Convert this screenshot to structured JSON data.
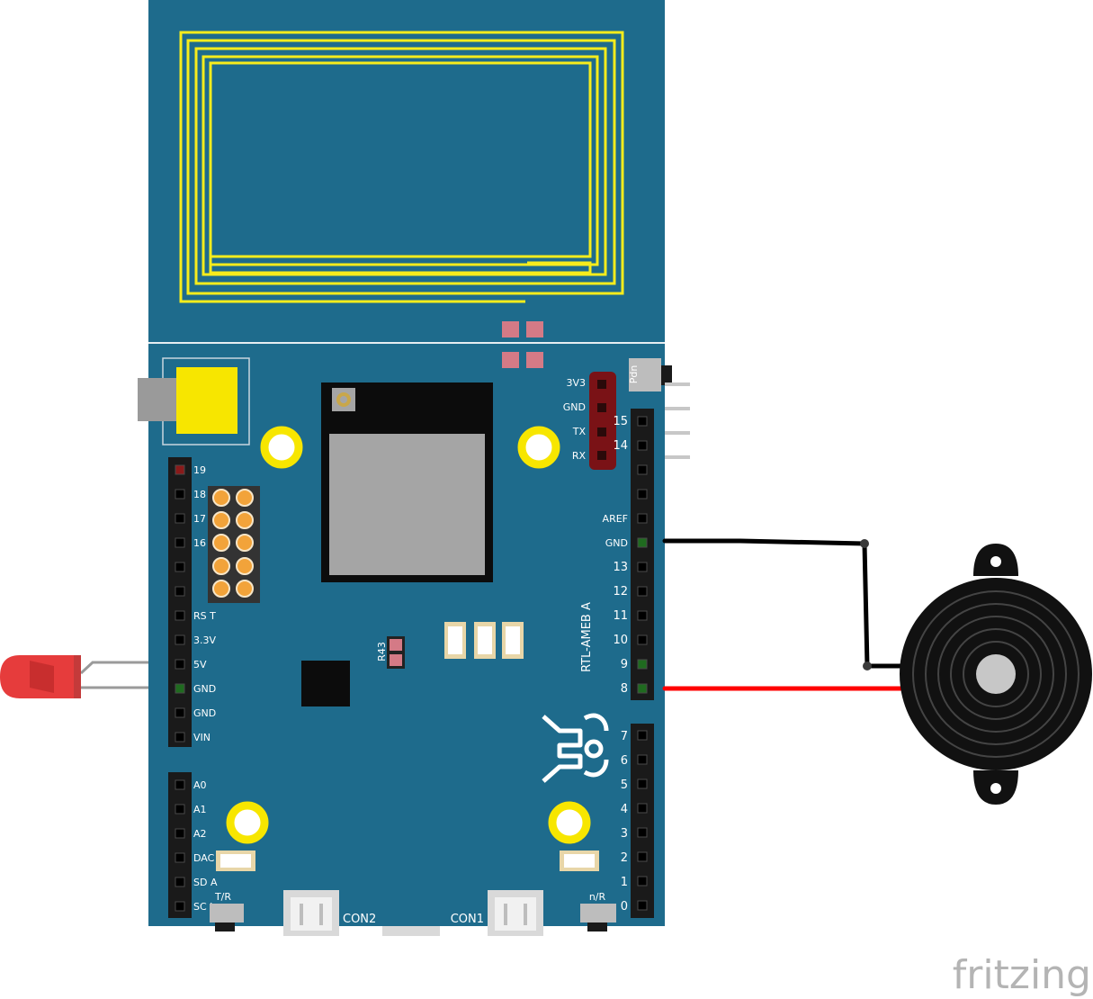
{
  "board": {
    "name": "RTL-AMEB A",
    "label_r43": "R43",
    "label_pdn": "Pdn",
    "uart_header": [
      "3V3",
      "GND",
      "TX",
      "RX"
    ],
    "left_header": [
      "19",
      "18",
      "17",
      "16",
      "RS T",
      "3.3V",
      "5V",
      "GND",
      "GND",
      "VIN"
    ],
    "analog_header": [
      "A0",
      "A1",
      "A2",
      "DAC",
      "SD A",
      "SC L"
    ],
    "right_upper_labels": [
      "15",
      "14",
      "AREF",
      "GND",
      "13",
      "12",
      "11",
      "10",
      "9",
      "8"
    ],
    "right_lower_labels": [
      "7",
      "6",
      "5",
      "4",
      "3",
      "2",
      "1",
      "0"
    ],
    "switch_left": "T/R",
    "switch_right": "n/R",
    "usb_left": "CON2",
    "usb_right": "CON1"
  },
  "components": {
    "led": "red-led",
    "buzzer": "piezo-buzzer"
  },
  "colors": {
    "board": "#1e6b8c",
    "antenna": "#f7ec1c",
    "wire_gnd": "#000000",
    "wire_signal": "#ff0000",
    "led": "#e63c3c",
    "header_red": "#7a1216"
  },
  "watermark": "fritzing"
}
